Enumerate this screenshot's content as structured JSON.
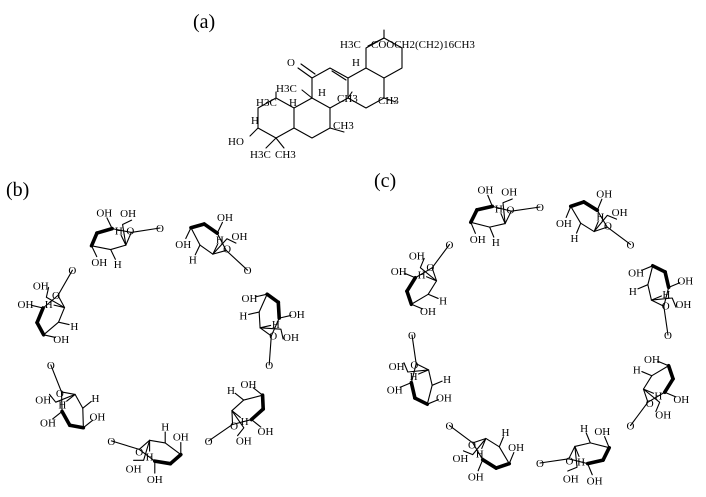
{
  "panels": {
    "a": {
      "label": "(a)"
    },
    "b": {
      "label": "(b)"
    },
    "c": {
      "label": "(c)"
    }
  },
  "structure_a": {
    "ester_methyl": "H3C",
    "ester_group": "COOCH2(CH2)16CH3",
    "ketone_o": "O",
    "methyl": "CH3",
    "methyl_left": "H3C",
    "hydroxyl": "HO",
    "hydrogen": "H"
  },
  "glucose_labels": {
    "hydroxyl": "OH",
    "hydrogen": "H",
    "oxygen": "O"
  },
  "ring_b_glucose_units": 7,
  "ring_c_glucose_units": 8,
  "colors": {
    "ink": "#000000",
    "background": "#ffffff"
  }
}
